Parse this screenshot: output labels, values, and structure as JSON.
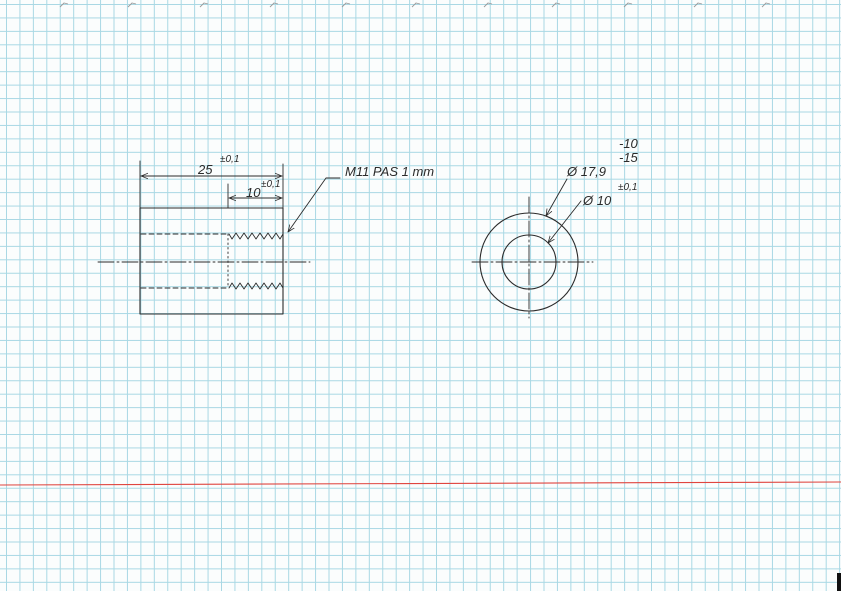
{
  "side_view": {
    "length": {
      "value": "25",
      "tolerance": "±0,1"
    },
    "thread_length": {
      "value": "10",
      "tolerance": "±0,1"
    },
    "thread_callout": "M11 PAS 1 mm"
  },
  "end_view": {
    "outer_diameter": {
      "value": "Ø 17,9",
      "upper_deviation": "-10",
      "lower_deviation": "-15"
    },
    "inner_diameter": {
      "value": "Ø 10",
      "tolerance": "±0,1"
    }
  },
  "colors": {
    "paper": "#fbfdfd",
    "grid": "#a9d8e4",
    "margin_line": "#e0453f",
    "ink": "#2b2b2b"
  }
}
